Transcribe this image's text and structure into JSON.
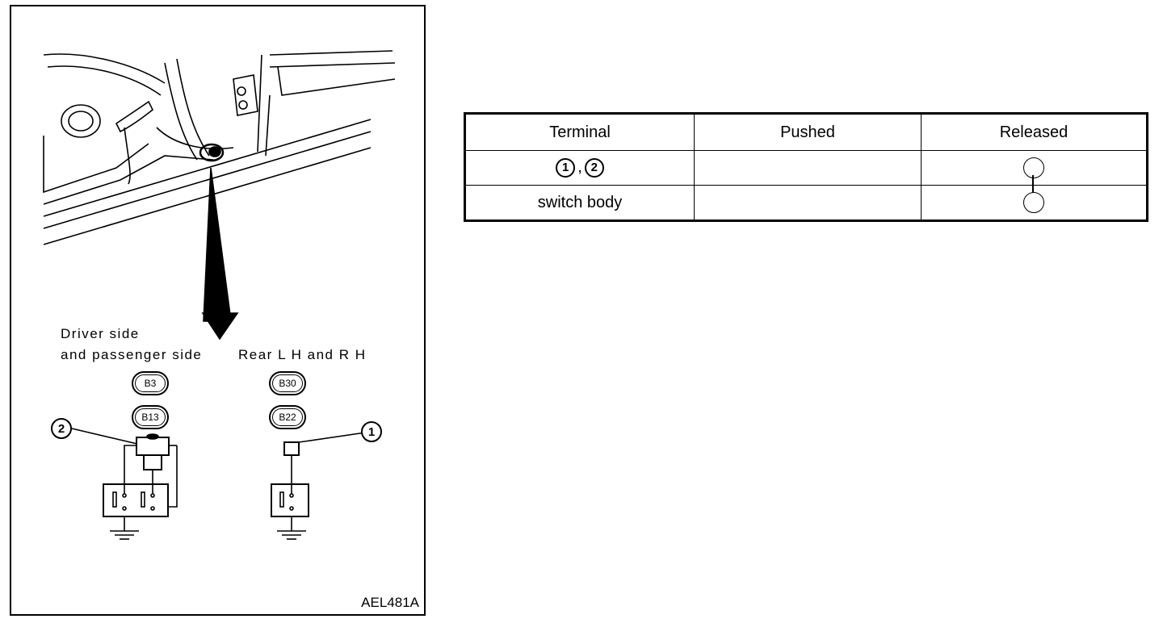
{
  "figure": {
    "labels": {
      "driver_side_line1": "Driver side",
      "driver_side_line2": "and passenger side",
      "rear_side": "Rear L H  and R H"
    },
    "connectors": {
      "driver_top": "B3",
      "driver_bottom": "B13",
      "rear_top": "B30",
      "rear_bottom": "B22"
    },
    "callouts": {
      "terminal_1": "1",
      "terminal_2": "2"
    },
    "figure_code": "AEL481A"
  },
  "table": {
    "headers": [
      "Terminal",
      "Pushed",
      "Released"
    ],
    "rows": [
      {
        "terminal_a": "1",
        "terminal_sep": ",",
        "terminal_b": "2",
        "pushed": "",
        "released": "continuity"
      },
      {
        "terminal": "switch body",
        "pushed": "",
        "released": "continuity"
      }
    ]
  }
}
